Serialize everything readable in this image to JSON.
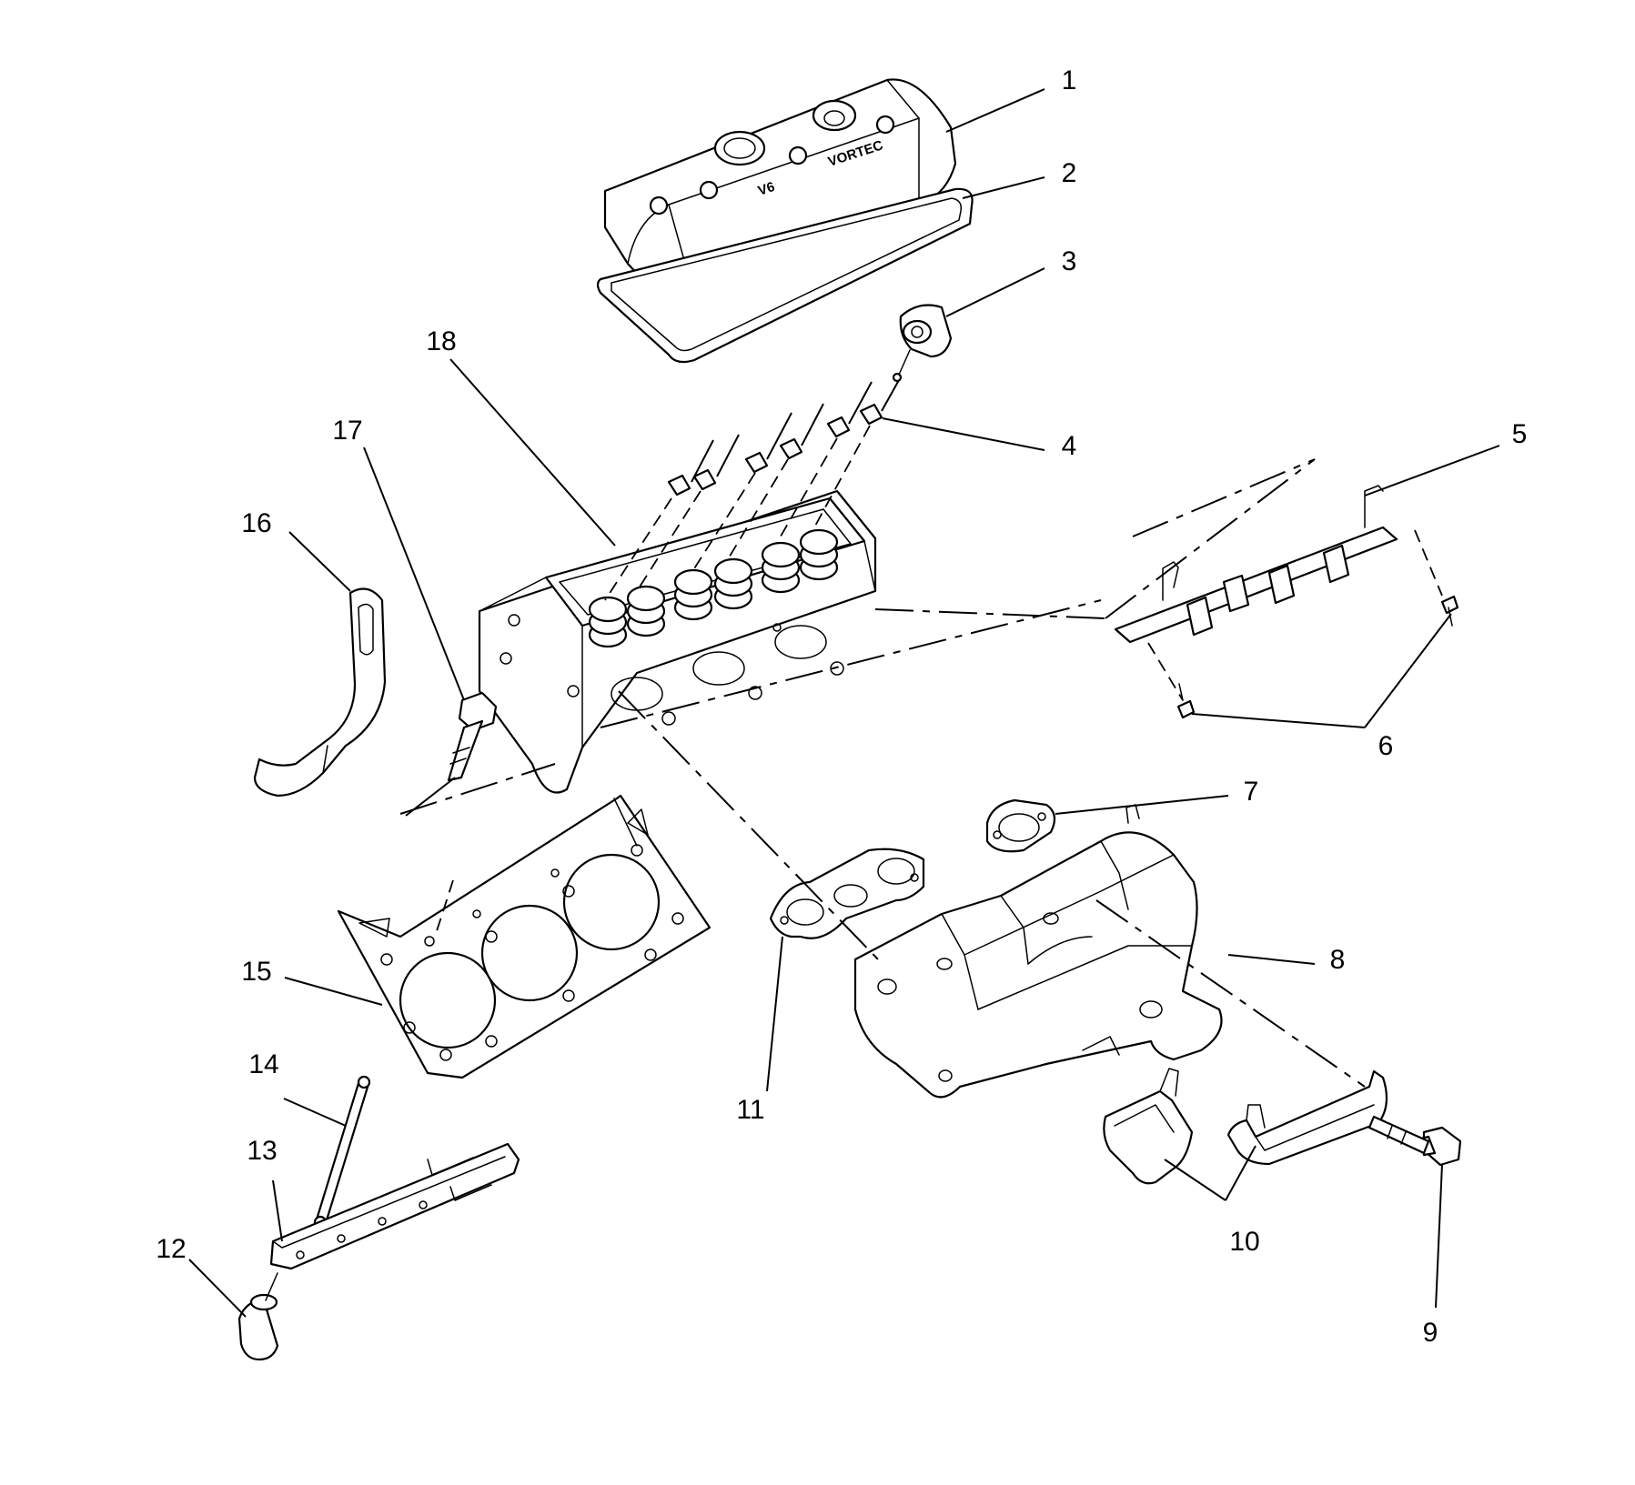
{
  "diagram": {
    "callouts": [
      {
        "id": "1",
        "label": "1"
      },
      {
        "id": "2",
        "label": "2"
      },
      {
        "id": "3",
        "label": "3"
      },
      {
        "id": "4",
        "label": "4"
      },
      {
        "id": "5",
        "label": "5"
      },
      {
        "id": "6",
        "label": "6"
      },
      {
        "id": "7",
        "label": "7"
      },
      {
        "id": "8",
        "label": "8"
      },
      {
        "id": "9",
        "label": "9"
      },
      {
        "id": "10",
        "label": "10"
      },
      {
        "id": "11",
        "label": "11"
      },
      {
        "id": "12",
        "label": "12"
      },
      {
        "id": "13",
        "label": "13"
      },
      {
        "id": "14",
        "label": "14"
      },
      {
        "id": "15",
        "label": "15"
      },
      {
        "id": "16",
        "label": "16"
      },
      {
        "id": "17",
        "label": "17"
      },
      {
        "id": "18",
        "label": "18"
      }
    ],
    "embossed": {
      "cover_left": "V6",
      "cover_right": "VORTEC"
    }
  }
}
